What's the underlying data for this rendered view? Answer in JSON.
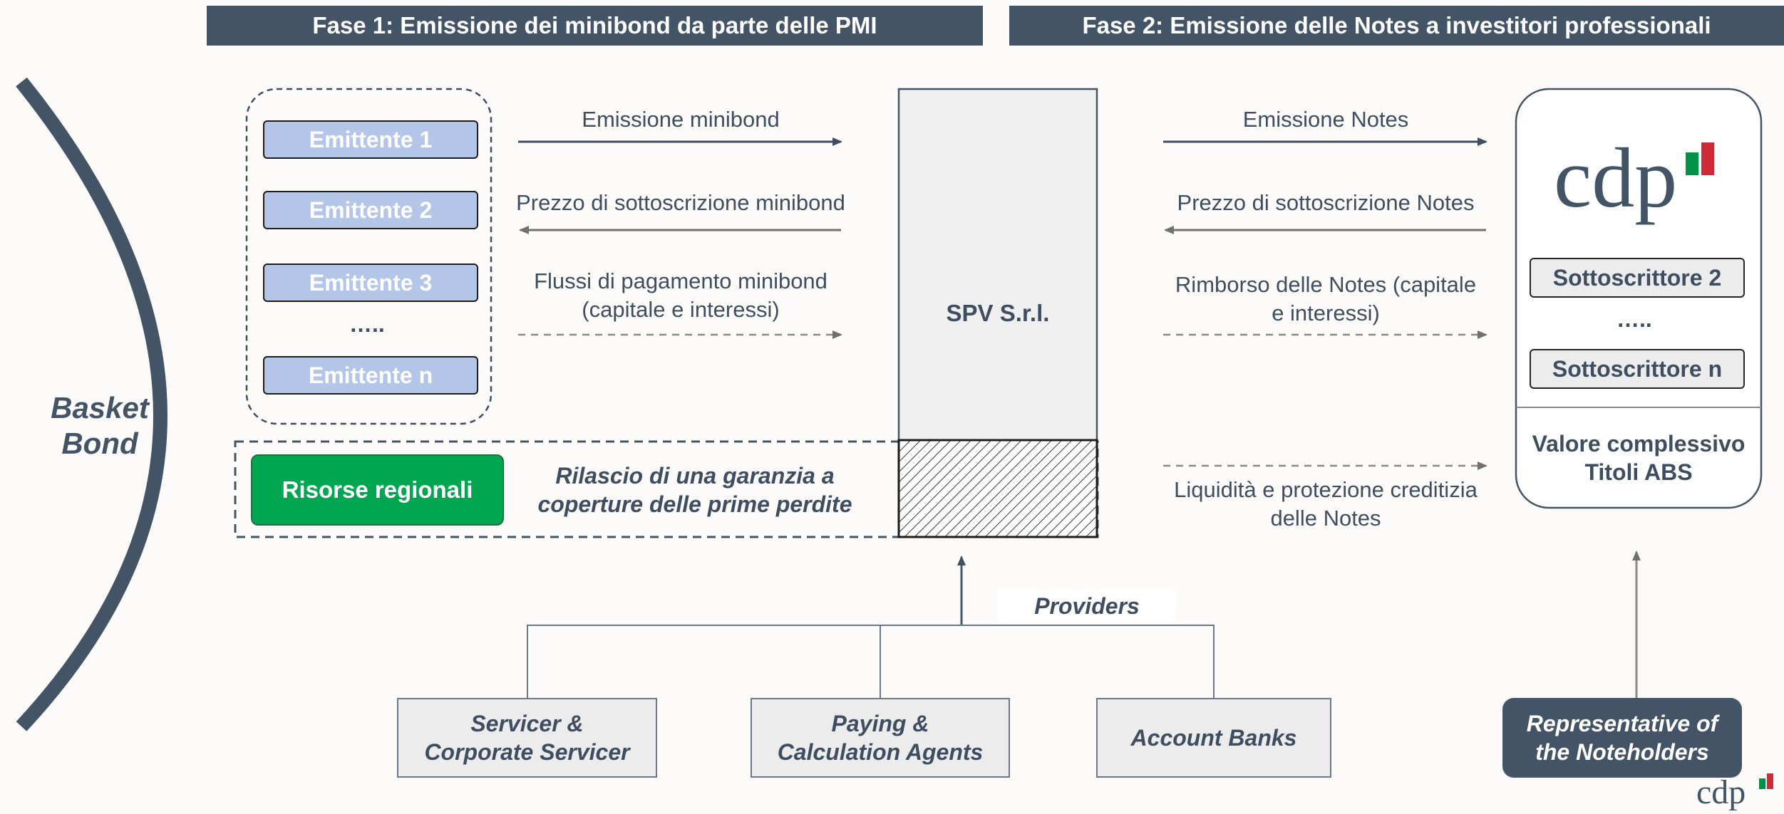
{
  "phases": {
    "phase1": "Fase 1: Emissione dei minibond da parte delle PMI",
    "phase2": "Fase 2: Emissione delle Notes a investitori professionali"
  },
  "basket": {
    "line1": "Basket",
    "line2": "Bond"
  },
  "issuers": {
    "items": [
      "Emittente 1",
      "Emittente 2",
      "Emittente 3",
      "Emittente n"
    ],
    "ellipsis": "….."
  },
  "regional": {
    "button": "Risorse regionali",
    "guarantee": "Rilascio di una garanzia a coperture delle prime perdite"
  },
  "spv": {
    "label": "SPV S.r.l."
  },
  "flows_left": {
    "issue": "Emissione minibond",
    "price": "Prezzo di sottoscrizione minibond",
    "payments_line1": "Flussi di pagamento minibond",
    "payments_line2": "(capitale e interessi)"
  },
  "flows_right": {
    "issue": "Emissione Notes",
    "price": "Prezzo di sottoscrizione Notes",
    "repay_line1": "Rimborso delle Notes (capitale",
    "repay_line2": "e interessi)",
    "liquidity_line1": "Liquidità e protezione creditizia",
    "liquidity_line2": "delle Notes"
  },
  "investors": {
    "logo_text": "cdp",
    "subscribers": [
      "Sottoscrittore 2",
      "Sottoscrittore n"
    ],
    "ellipsis": "…..",
    "total_line1": "Valore complessivo",
    "total_line2": "Titoli ABS"
  },
  "providers": {
    "label": "Providers",
    "items": [
      {
        "line1": "Servicer &",
        "line2": "Corporate Servicer"
      },
      {
        "line1": "Paying &",
        "line2": "Calculation Agents"
      },
      {
        "line1": "Account Banks",
        "line2": ""
      }
    ]
  },
  "representative": {
    "line1": "Representative of",
    "line2": "the Noteholders"
  },
  "footer_logo": {
    "text": "cdp"
  },
  "colors": {
    "banner": "#435467",
    "text": "#3e4e60",
    "issuer_fill": "#b4c6e7",
    "green": "#00a650",
    "spv_fill": "#efefef",
    "flag_green": "#009246",
    "flag_red": "#ce2b37"
  }
}
